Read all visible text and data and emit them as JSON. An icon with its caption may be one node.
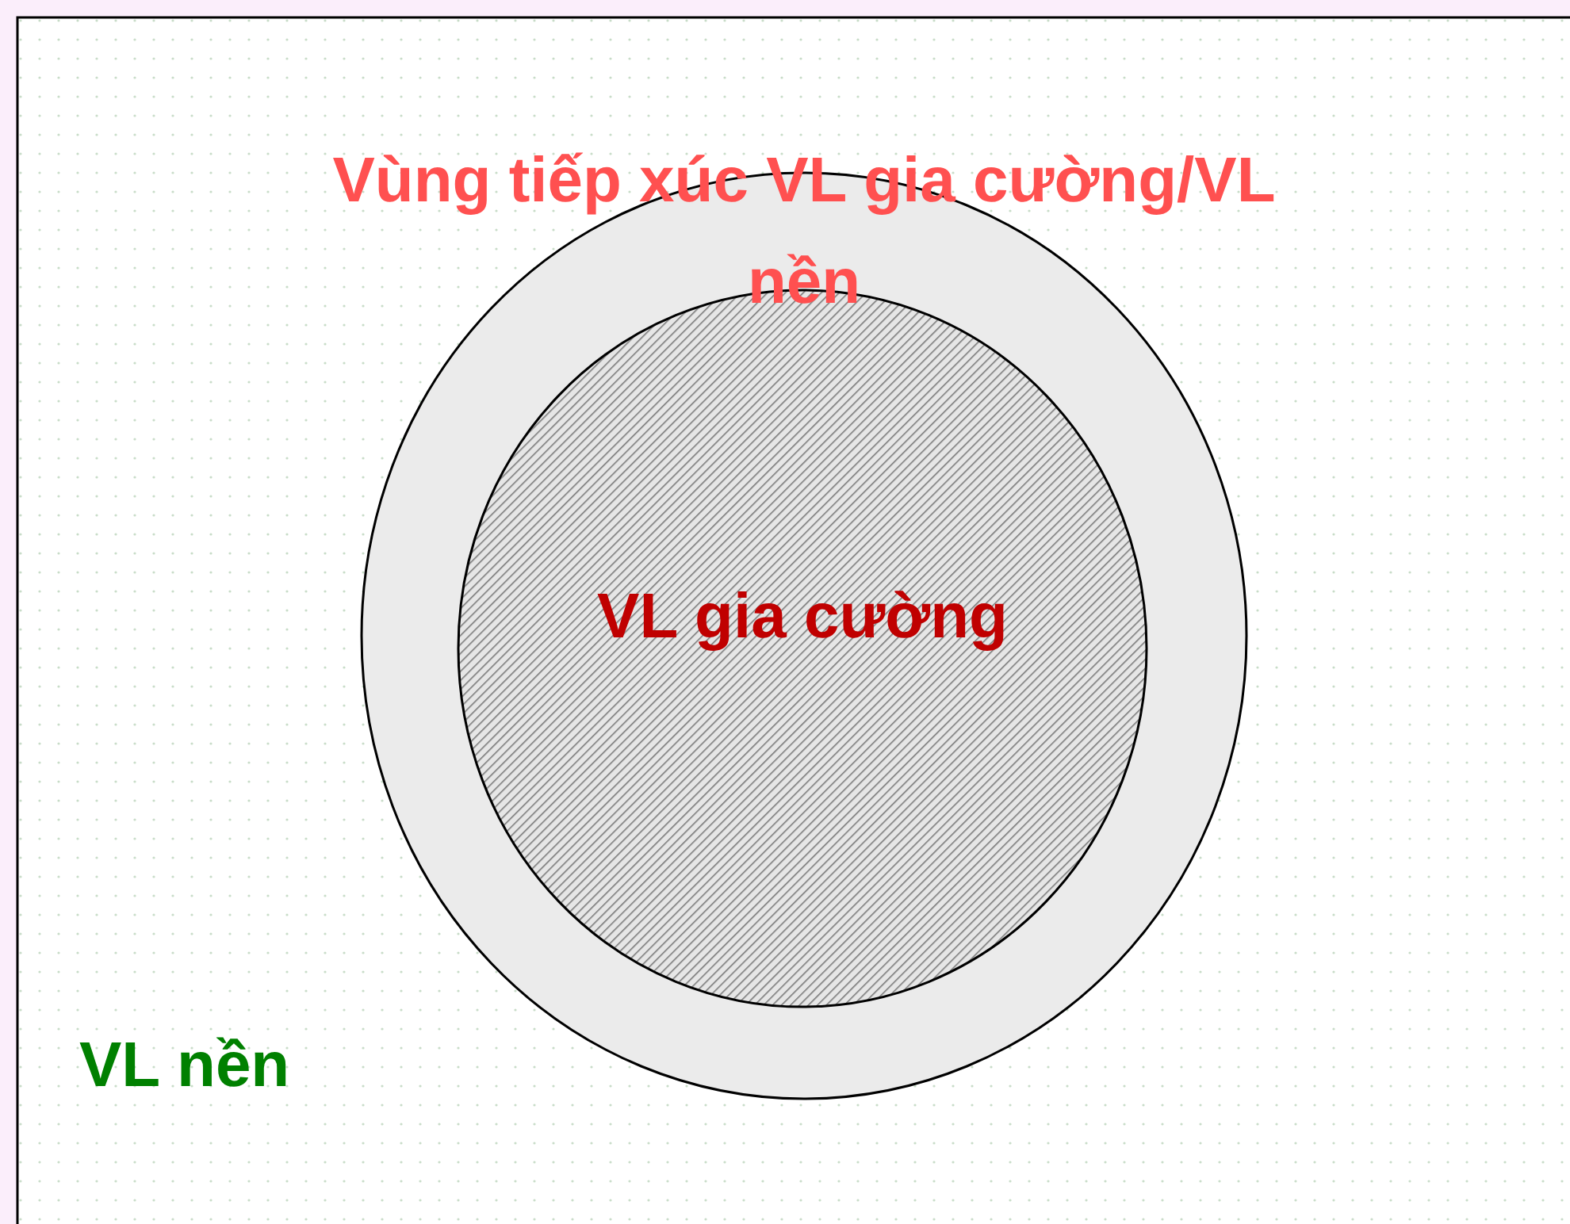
{
  "diagram": {
    "nodes": [
      {
        "text": [
          "VL nền"
        ]
      },
      {
        "text": [
          "Vùng tiếp xúc VL gia cường/VL nền"
        ],
        "in": 0
      },
      {
        "text": [
          "VL gia cường"
        ],
        "in": 1
      }
    ]
  }
}
